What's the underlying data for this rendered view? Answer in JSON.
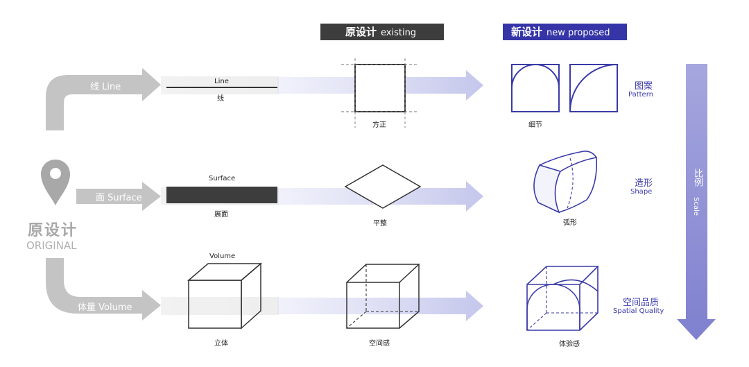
{
  "header": {
    "existing_cn": "原设计",
    "existing_en": "existing",
    "proposed_cn": "新设计",
    "proposed_en": "new proposed"
  },
  "origin": {
    "cn": "原设计",
    "en": "ORIGINAL"
  },
  "rows": {
    "line": {
      "input_label": "线 Line",
      "element_en": "Line",
      "element_cn": "线",
      "existing_caption": "方正",
      "proposed_caption": "细节",
      "quality_cn": "图案",
      "quality_en": "Pattern"
    },
    "surface": {
      "input_label": "面 Surface",
      "element_en": "Surface",
      "element_cn": "展面",
      "existing_caption": "平整",
      "proposed_caption": "弧形",
      "quality_cn": "造形",
      "quality_en": "Shape"
    },
    "volume": {
      "input_label": "体量 Volume",
      "element_en": "Volume",
      "element_cn": "立体",
      "existing_caption": "空间感",
      "proposed_caption": "体验感",
      "quality_cn": "空间品质",
      "quality_en": "Spatial Quality"
    }
  },
  "scale": {
    "cn": "比例",
    "en": "Scale"
  },
  "colors": {
    "dark_tag": "#3d3d3d",
    "blue_tag": "#3535a8",
    "blue_line": "#3a3aa8",
    "lavender": "#c9cbec",
    "grey_arrow": "#c4c4c4",
    "scale_arrow": "#8f90d6"
  }
}
